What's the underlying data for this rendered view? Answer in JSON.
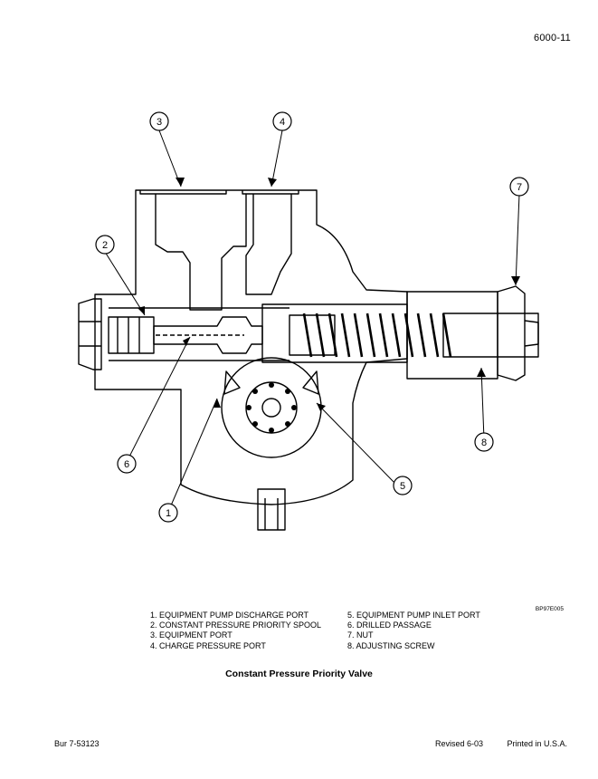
{
  "header": {
    "page_number": "6000-11"
  },
  "figure": {
    "callouts": [
      "1",
      "2",
      "3",
      "4",
      "5",
      "6",
      "7",
      "8"
    ],
    "code": "BP97E005"
  },
  "legend": {
    "items": [
      "1. EQUIPMENT PUMP DISCHARGE PORT",
      "5. EQUIPMENT PUMP INLET PORT",
      "2. CONSTANT PRESSURE PRIORITY SPOOL",
      "6. DRILLED PASSAGE",
      "3. EQUIPMENT PORT",
      "7. NUT",
      "4. CHARGE PRESSURE PORT",
      "8. ADJUSTING SCREW"
    ]
  },
  "caption": "Constant Pressure Priority Valve",
  "footer": {
    "doc_number": "Bur 7-53123",
    "revision": "Revised 6-03",
    "printed": "Printed in U.S.A."
  }
}
